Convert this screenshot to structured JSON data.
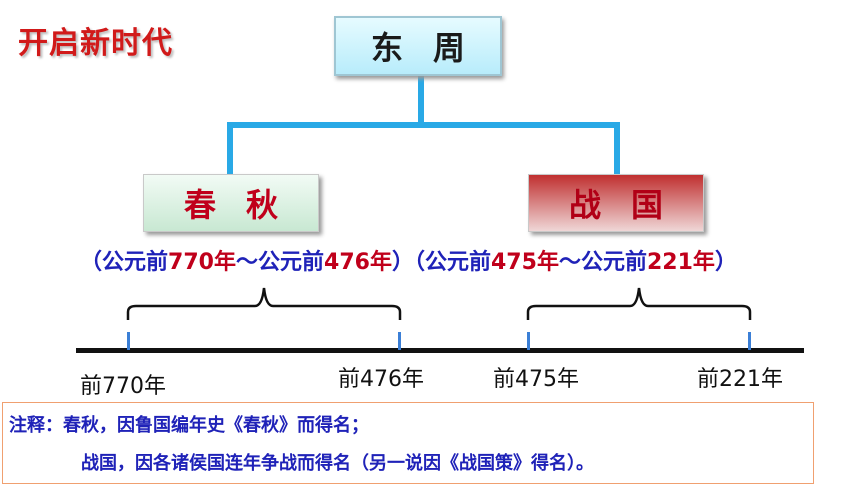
{
  "header": {
    "title": "开启新时代"
  },
  "tree": {
    "root": "东周",
    "children": [
      {
        "label": "春秋"
      },
      {
        "label": "战国"
      }
    ]
  },
  "ranges": {
    "open": "（",
    "chunqiu_pre": "公元前",
    "chunqiu_start_year": "770",
    "chunqiu_start_unit": "年",
    "tilde1": "～",
    "chunqiu_end_pre": "公元前",
    "chunqiu_end_year": "476",
    "chunqiu_end_unit": "年",
    "mid": "）（",
    "zhanguo_pre": "公元前",
    "zhanguo_start_year": "475",
    "zhanguo_start_unit": "年",
    "tilde2": "～",
    "zhanguo_end_pre": "公元前",
    "zhanguo_end_year": "221",
    "zhanguo_end_unit": "年",
    "close": "）"
  },
  "timeline": {
    "labels": [
      "前770年",
      "前476年",
      "前475年",
      "前221年"
    ]
  },
  "note": {
    "line1": "注释：春秋，因鲁国编年史《春秋》而得名；",
    "line2": "战国，因各诸侯国连年争战而得名（另一说因《战国策》得名）。"
  },
  "colors": {
    "title": "#d11a1a",
    "connector": "#29a9e6",
    "range_text": "#1f22b8",
    "range_highlight": "#c0001b",
    "note_border": "#f0a070"
  }
}
